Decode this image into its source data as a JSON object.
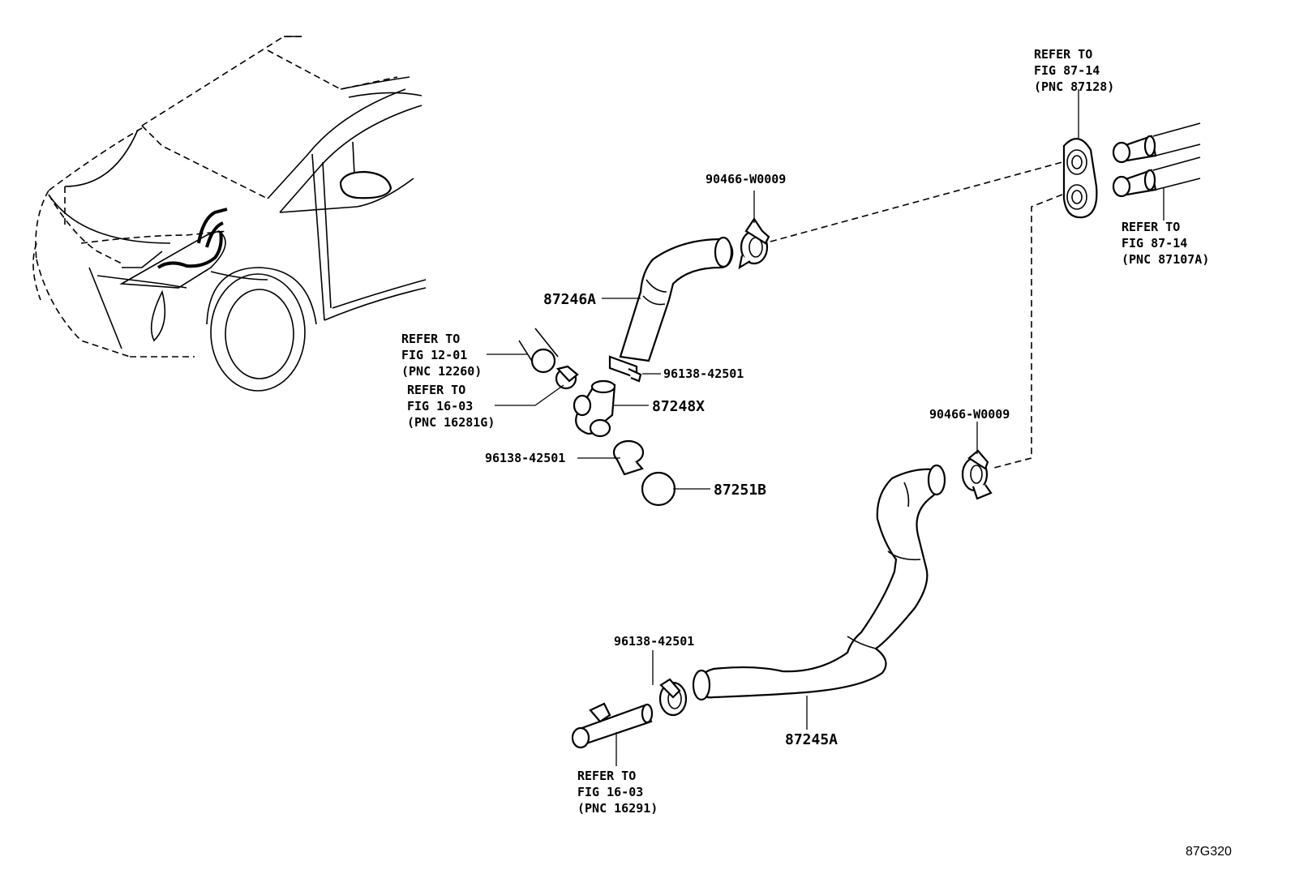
{
  "parts": {
    "hose_87246A": "87246A",
    "joint_87248X": "87248X",
    "plug_87251B": "87251B",
    "hose_87245A": "87245A",
    "clamp_top": "90466-W0009",
    "clamp_mid": "90466-W0009",
    "clamp_a": "96138-42501",
    "clamp_b": "96138-42501",
    "clamp_c": "96138-42501"
  },
  "refers": {
    "r87128": [
      "REFER TO",
      "FIG 87-14",
      "(PNC 87128)"
    ],
    "r87107A": [
      "REFER TO",
      "FIG 87-14",
      "(PNC 87107A)"
    ],
    "r12260": [
      "REFER TO",
      "FIG 12-01",
      "(PNC 12260)"
    ],
    "r16281G": [
      "REFER TO",
      "FIG 16-03",
      "(PNC 16281G)"
    ],
    "r16291": [
      "REFER TO",
      "FIG 16-03",
      "(PNC 16291)"
    ]
  },
  "figure_id": "87G320"
}
